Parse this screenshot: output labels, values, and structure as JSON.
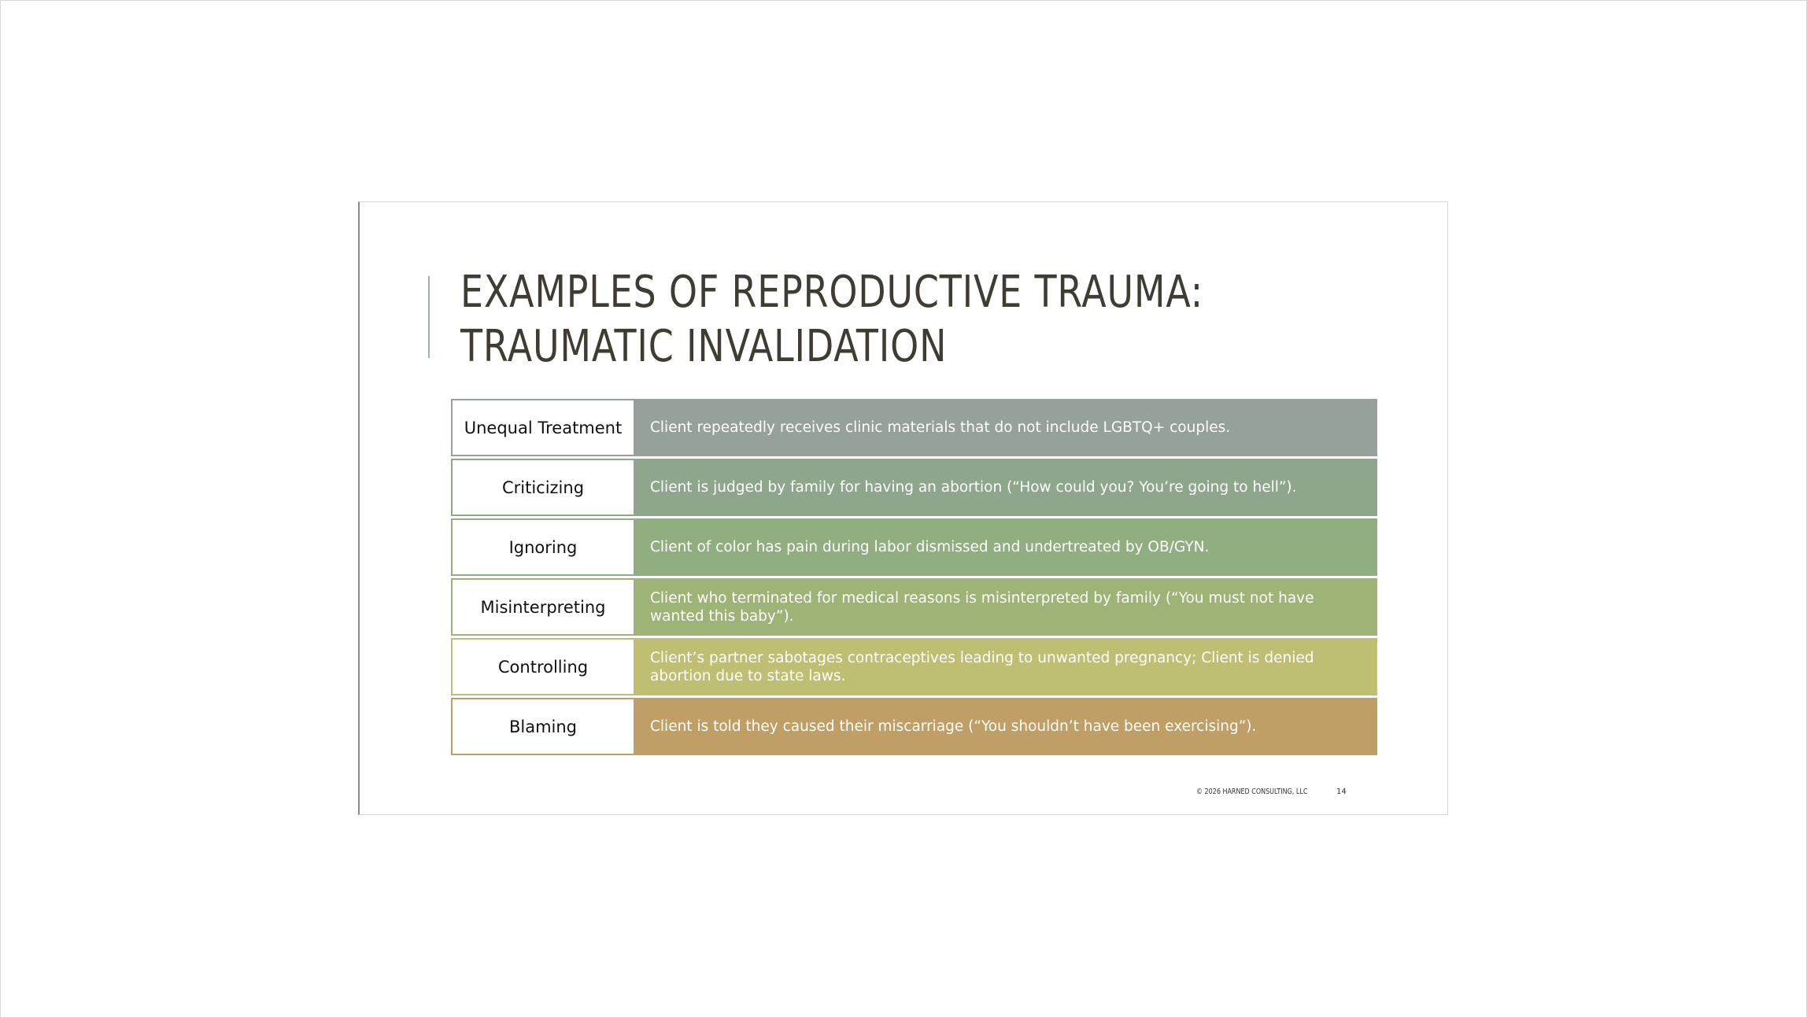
{
  "slide": {
    "title_line1": "Examples of Reproductive Trauma:",
    "title_line2": "Traumatic Invalidation",
    "rows": [
      {
        "category": "Unequal Treatment",
        "description": "Client repeatedly receives clinic materials that do not include LGBTQ+ couples.",
        "color": "#96a19b"
      },
      {
        "category": "Criticizing",
        "description": "Client is judged by family for having an abortion (“How could you? You’re going to hell”).",
        "color": "#8ea78c"
      },
      {
        "category": "Ignoring",
        "description": "Client of color has pain during labor dismissed and undertreated by OB/GYN.",
        "color": "#91ae80"
      },
      {
        "category": "Misinterpreting",
        "description": "Client who terminated for medical reasons is misinterpreted by family (“You must not have wanted this baby”).",
        "color": "#9eb476"
      },
      {
        "category": "Controlling",
        "description": "Client’s partner sabotages contraceptives leading to unwanted pregnancy; Client is denied abortion due to state laws.",
        "color": "#bfbf74"
      },
      {
        "category": "Blaming",
        "description": "Client is told they caused their miscarriage (“You shouldn’t have been exercising”).",
        "color": "#bf9f66"
      }
    ],
    "footer_copyright": "© 2026 HARNED CONSULTING, LLC",
    "page_number": "14"
  }
}
